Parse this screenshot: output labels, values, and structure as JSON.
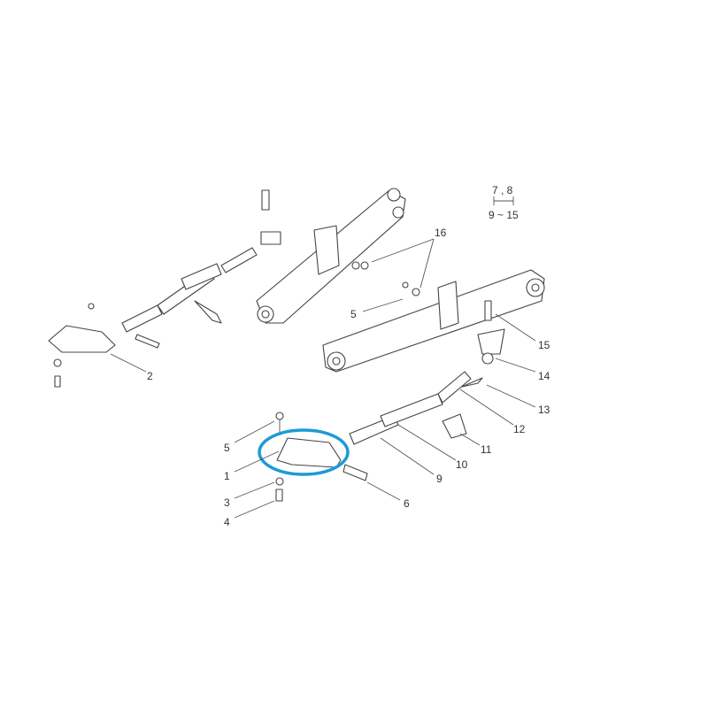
{
  "diagram": {
    "group_label_top": "7 , 8",
    "group_label_bottom": "9 ~ 15",
    "highlight_color": "#1e9ad6",
    "callouts": {
      "c16": "16",
      "c5_upper": "5",
      "c2": "2",
      "c15": "15",
      "c14": "14",
      "c13": "13",
      "c12": "12",
      "c11": "11",
      "c10": "10",
      "c9": "9",
      "c6": "6",
      "c5_lower": "5",
      "c1": "1",
      "c3": "3",
      "c4": "4"
    }
  }
}
